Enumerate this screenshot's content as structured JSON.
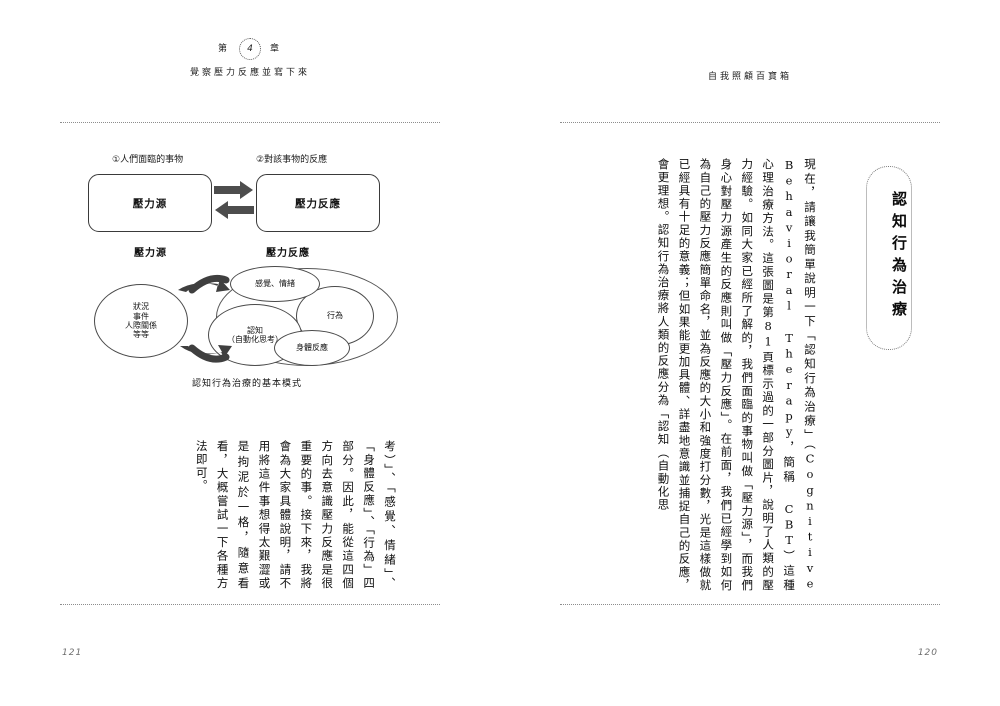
{
  "left_page": {
    "chapter_prefix": "第",
    "chapter_number": "4",
    "chapter_suffix": "章",
    "chapter_title": "覺察壓力反應並寫下來",
    "folio": "121",
    "figure1": {
      "label_a": "①人們面臨的事物",
      "label_b": "②對該事物的反應",
      "box_a": "壓力源",
      "box_b": "壓力反應",
      "arrow_right": "arrow-right",
      "arrow_left": "arrow-left"
    },
    "figure2": {
      "head_a": "壓力源",
      "head_b": "壓力反應",
      "ellipse_source": "狀況\n事件\n人際關係\n等等",
      "ellipse_feeling": "感覺、情緒",
      "ellipse_behavior": "行為",
      "ellipse_cognition": "認知\n（自動化思考）",
      "ellipse_body": "身體反應",
      "caption": "認知行為治療的基本模式"
    },
    "body_text": "考）」、「感覺、情緒」、「身體反應」、「行為」四部分。因此，能從這四個方向去意識壓力反應是很重要的事。接下來，我將會為大家具體說明，請不用將這件事想得太艱澀或是拘泥於一格，隨意看看，大概嘗試一下各種方法即可。"
  },
  "right_page": {
    "book_title": "自我照顧百寶箱",
    "folio": "120",
    "section_title": "認知行為治療",
    "body_text": "現在，請讓我簡單說明一下「認知行為治療」（Cognitive Behavioral Therapy，簡稱 CBT）這種心理治療方法。這張圖是第81頁標示過的一部分圖片，說明了人類的壓力經驗。如同大家已經所了解的，我們面臨的事物叫做「壓力源」，而我們身心對壓力源產生的反應則叫做「壓力反應」。在前面，我們已經學到如何為自己的壓力反應簡單命名，並為反應的大小和強度打分數，光是這樣做就已經具有十足的意義；但如果能更加具體、詳盡地意識並捕捉自己的反應，會更理想。認知行為治療將人類的反應分為「認知（自動化思"
  },
  "colors": {
    "ink": "#101010",
    "rule": "#8d8d8d",
    "folio": "#6d6d6d",
    "arrow": "#4a4a4a"
  }
}
